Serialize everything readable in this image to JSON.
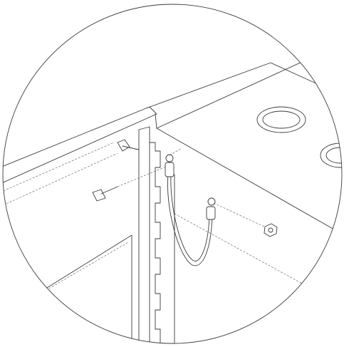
{
  "diagram": {
    "view": "circular detail",
    "background": "#ffffff",
    "line_color": "#3a3a3a",
    "parts": [
      {
        "name": "rack-top-panel"
      },
      {
        "name": "rack-upright-rail"
      },
      {
        "name": "cable-entry-hole"
      },
      {
        "name": "ground-wire"
      },
      {
        "name": "ring-terminal"
      },
      {
        "name": "screw"
      },
      {
        "name": "nut"
      }
    ]
  }
}
